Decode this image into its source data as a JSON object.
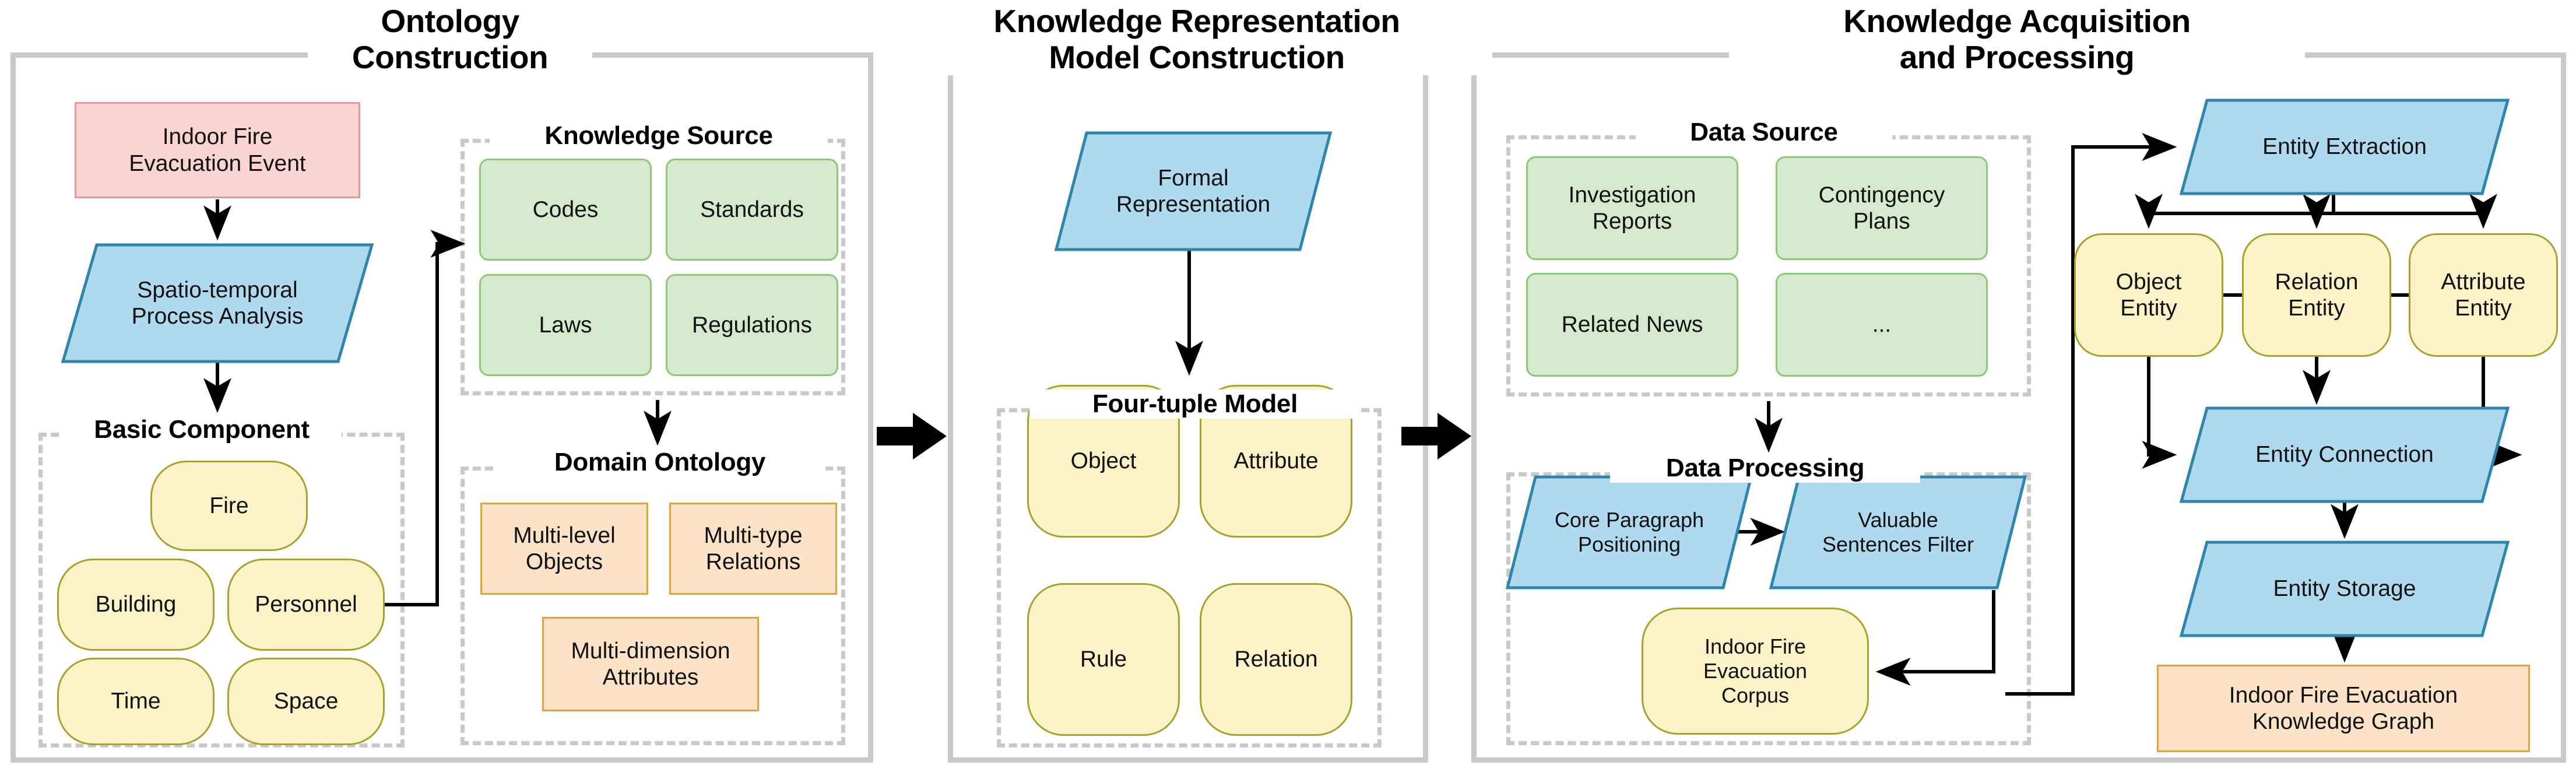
{
  "diagram": {
    "title_note": "Three-stage framework for indoor fire evacuation knowledge graph construction"
  },
  "panels": [
    {
      "id": "ontology-construction",
      "title": "Ontology\nConstruction",
      "root_event": "Indoor Fire\nEvacuation Event",
      "process": "Spatio-temporal\nProcess Analysis",
      "groups": [
        {
          "id": "basic-component",
          "title": "Basic Component",
          "items": [
            "Fire",
            "Building",
            "Personnel",
            "Time",
            "Space"
          ]
        },
        {
          "id": "knowledge-source",
          "title": "Knowledge Source",
          "items": [
            "Codes",
            "Standards",
            "Laws",
            "Regulations"
          ]
        },
        {
          "id": "domain-ontology",
          "title": "Domain Ontology",
          "items": [
            "Multi-level\nObjects",
            "Multi-type\nRelations",
            "Multi-dimension\nAttributes"
          ]
        }
      ]
    },
    {
      "id": "knowledge-representation",
      "title": "Knowledge Representation\nModel Construction",
      "process": "Formal\nRepresentation",
      "groups": [
        {
          "id": "four-tuple-model",
          "title": "Four-tuple Model",
          "items": [
            "Object",
            "Attribute",
            "Rule",
            "Relation"
          ]
        }
      ]
    },
    {
      "id": "knowledge-acquisition",
      "title": "Knowledge Acquisition\nand Processing",
      "groups": [
        {
          "id": "data-source",
          "title": "Data Source",
          "items": [
            "Investigation\nReports",
            "Contingency\nPlans",
            "Related News",
            "..."
          ]
        },
        {
          "id": "data-processing",
          "title": "Data Processing",
          "items": [
            "Core Paragraph\nPositioning",
            "Valuable\nSentences Filter",
            "Indoor Fire\nEvacuation\nCorpus"
          ]
        }
      ],
      "pipeline": {
        "entity_extraction": "Entity Extraction",
        "entities": [
          "Object\nEntity",
          "Relation\nEntity",
          "Attribute\nEntity"
        ],
        "entity_connection": "Entity Connection",
        "entity_storage": "Entity Storage",
        "output": "Indoor Fire Evacuation\nKnowledge Graph"
      }
    }
  ],
  "colors": {
    "panel_border": "#c9c9c9",
    "dash_border": "#c9c9c9",
    "pink_fill": "#fad3d3",
    "pink_stroke": "#e09ba2",
    "blue_fill": "#aed9ef",
    "blue_stroke": "#2e86ab",
    "green_fill": "#d6e9ce",
    "green_stroke": "#8dc878",
    "yellow_fill": "#fbf2c8",
    "yellow_stroke": "#a5a32b",
    "orange_fill": "#fce3c8",
    "orange_stroke": "#dfa43a",
    "arrow": "#000000"
  }
}
